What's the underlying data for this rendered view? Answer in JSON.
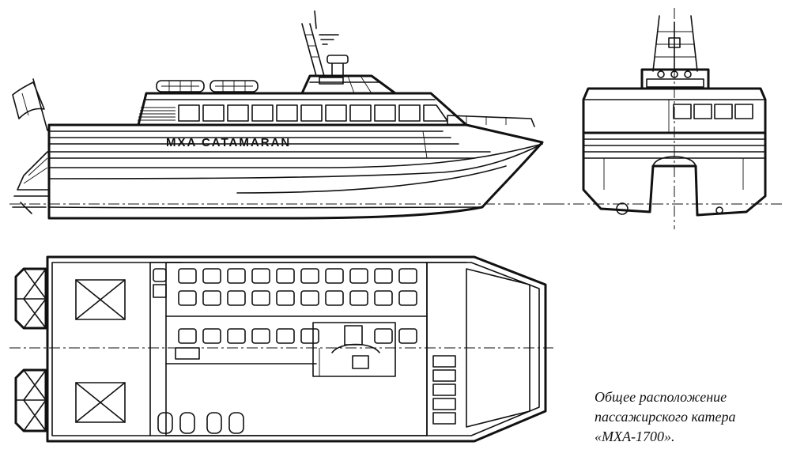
{
  "hull_label": "MXA CATAMARAN",
  "caption": {
    "line1": "Общее расположение",
    "line2": "пассажирского катера",
    "line3": "«МХА-1700»."
  }
}
